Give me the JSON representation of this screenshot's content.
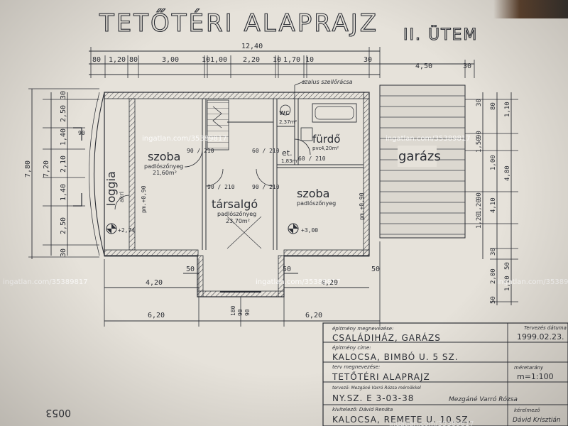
{
  "title": {
    "main": "TETŐTÉRI ALAPRAJZ",
    "phase": "II. ÜTEM"
  },
  "dims_top_total": "12,40",
  "dims_top": [
    "80",
    "1,20",
    "80",
    "3,00",
    "10",
    "1,00",
    "2,20",
    "10",
    "1,70",
    "10",
    "30",
    "4,50",
    "30"
  ],
  "dims_left_total": [
    "7,80",
    "7,20"
  ],
  "dims_left": [
    "30",
    "2,50",
    "1,40",
    "2,10",
    "1,40",
    "2,50",
    "30"
  ],
  "dims_right": [
    "30",
    "1,10",
    "80",
    "90",
    "1,50",
    "4,10",
    "1,00",
    "4,80",
    "90",
    "1,20",
    "1,20",
    "30",
    "2,00",
    "50",
    "1,20",
    "50"
  ],
  "dims_bottom": {
    "left_seg": "4,20",
    "left_total": "6,20",
    "right_seg": "4,20",
    "right_total": "6,20",
    "mid": [
      "50",
      "50",
      "50",
      "180",
      "90",
      "90"
    ]
  },
  "ventilation": "szalus szellőrácsa",
  "rooms": {
    "loggia": {
      "name": "loggia",
      "floor": "akrl"
    },
    "szoba1": {
      "name": "szoba",
      "floor": "padlószőnyeg",
      "area": "21,60m²"
    },
    "tarsalgo": {
      "name": "társalgó",
      "floor": "padlószőnyeg",
      "area": "23,70m²"
    },
    "szoba2": {
      "name": "szoba",
      "floor": "padlószőnyeg"
    },
    "furdo": {
      "name": "fürdő",
      "floor": "pvc",
      "area": "4,20m²"
    },
    "wc": {
      "name": "wc",
      "area": "2,37m²"
    },
    "elo": {
      "name": "et.",
      "area": "1,83m²"
    },
    "garazs": {
      "name": "garázs"
    }
  },
  "openings": [
    "90 / 210",
    "90 / 210",
    "90 / 210",
    "60 / 210",
    "60 / 210",
    "90",
    "pm.+0,90",
    "pm.+0,90",
    "+2,74",
    "+3,00"
  ],
  "watermarks": [
    "ingatlan.com/35389817",
    "ingatlan.com/35389817",
    "ingatlan.com/35389817",
    "ingatlan.com/35389817",
    "ingatlan.com/35389817",
    "ingatlan.com/35389817"
  ],
  "title_block": {
    "label_building": "épitmény megnevezése:",
    "building": "CSALÁDIHÁZ, GARÁZS",
    "label_address": "épitmény címe:",
    "address": "KALOCSA, BIMBÓ U. 5 SZ.",
    "label_plan": "terv megnevezése:",
    "plan": "TETŐTÉRI ALAPRAJZ",
    "label_designer": "tervező: Mezgáné Varró Rózsa mérnökkel",
    "license": "NY.SZ. E 3-03-38",
    "designer_sign": "Mezgáné Varró Rózsa",
    "label_contractor": "kivitelező: Dávid Renáta",
    "contractor_address": "KALOCSA, REMETE U. 10.SZ.",
    "label_date": "Tervezés dátuma",
    "date": "1999.02.23.",
    "label_scale": "méretarány",
    "scale": "m=1:100",
    "label_owner": "kérelmező",
    "owner_sign": "Dávid Krisztián"
  },
  "sheet_number": "0053"
}
